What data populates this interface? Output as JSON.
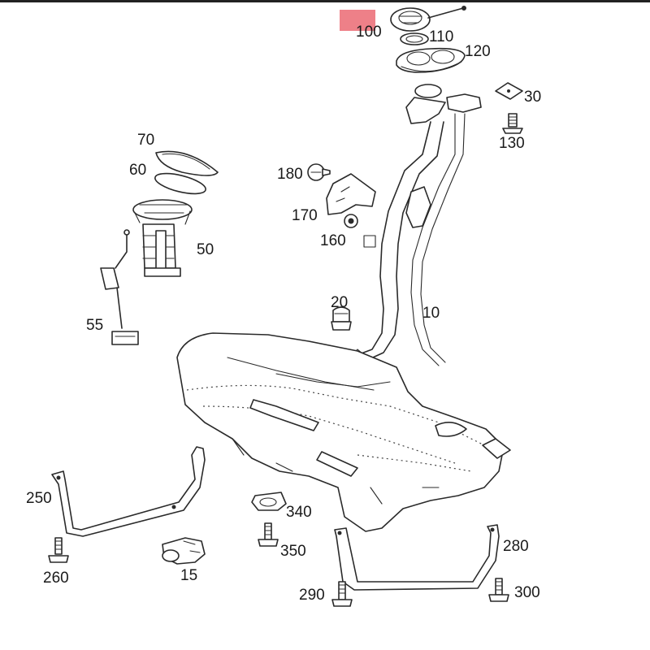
{
  "colors": {
    "line": "#2a2a2a",
    "background": "#ffffff",
    "highlight": "#ee8088",
    "top_border": "#222222"
  },
  "callouts": {
    "p100": "100",
    "p110": "110",
    "p120": "120",
    "p30": "30",
    "p130": "130",
    "p70": "70",
    "p60": "60",
    "p50": "50",
    "p55": "55",
    "p180": "180",
    "p170": "170",
    "p160": "160",
    "p20": "20",
    "p10": "10",
    "p250": "250",
    "p260": "260",
    "p15": "15",
    "p340": "340",
    "p350": "350",
    "p280": "280",
    "p290": "290",
    "p300": "300"
  }
}
